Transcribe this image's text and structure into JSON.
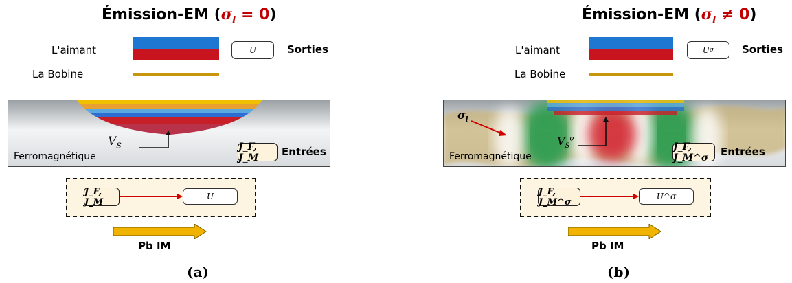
{
  "panel_a": {
    "title_prefix": "Émission-EM (",
    "title_sigma": "σ",
    "title_sub": "l",
    "title_eq": " = 0",
    "title_suffix": ")",
    "magnet_label": "L'aimant",
    "coil_label": "La Bobine",
    "output_symbol": "U",
    "outputs_label": "Sorties",
    "material_label": "Ferromagnétique",
    "potential_symbol": "V",
    "potential_sub": "S",
    "input_symbol": "J_F, J_M",
    "inputs_label": "Entrées",
    "flow_input": "J_F, J_M",
    "flow_output": "U",
    "problem_label": "Pb IM",
    "caption": "(a)"
  },
  "panel_b": {
    "title_prefix": "Émission-EM (",
    "title_sigma": "σ",
    "title_sub": "l",
    "title_eq": " ≠ 0",
    "title_suffix": ")",
    "magnet_label": "L'aimant",
    "coil_label": "La Bobine",
    "output_symbol": "U",
    "output_sup": "σ",
    "outputs_label": "Sorties",
    "material_label": "Ferromagnétique",
    "sigma_label": "σ",
    "sigma_sub": "l",
    "potential_symbol": "V",
    "potential_sub": "S",
    "potential_sup": "σ",
    "input_symbol": "J_F, J_M^σ",
    "inputs_label": "Entrées",
    "flow_input": "J_F, J_M^σ",
    "flow_output": "U^σ",
    "problem_label": "Pb IM",
    "caption": "(b)"
  },
  "colors": {
    "magnet_top": "#1e78d2",
    "magnet_bottom": "#c8141e",
    "coil": "#c8960a",
    "arrow_red": "#d00000",
    "arrow_gold": "#f0b400",
    "sigma_red": "#c00000"
  }
}
